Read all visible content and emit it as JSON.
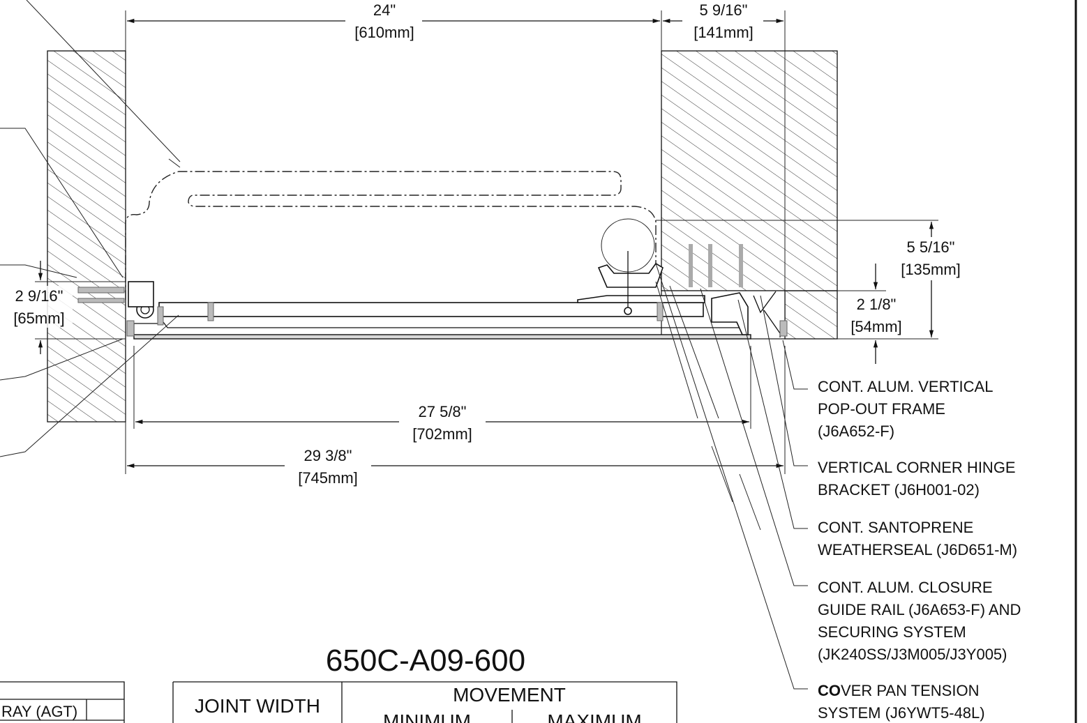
{
  "drawing_number": "650C-A09-600",
  "dimensions": {
    "top_joint": {
      "imperial": "24\"",
      "metric": "[610mm]"
    },
    "right_offset": {
      "imperial": "5 9/16\"",
      "metric": "[141mm]"
    },
    "overall_height": {
      "imperial": "5 5/16\"",
      "metric": "[135mm]"
    },
    "frame_height": {
      "imperial": "2 1/8\"",
      "metric": "[54mm]"
    },
    "left_depth": {
      "imperial": "2 9/16\"",
      "metric": "[65mm]"
    },
    "cover_width": {
      "imperial": "27 5/8\"",
      "metric": "[702mm]"
    },
    "overall_width": {
      "imperial": "29 3/8\"",
      "metric": "[745mm]"
    }
  },
  "callouts": [
    {
      "lines": [
        "CONT. ALUM. VERTICAL",
        "POP-OUT FRAME",
        "(J6A652-F)"
      ]
    },
    {
      "lines": [
        "VERTICAL CORNER HINGE",
        "BRACKET (J6H001-02)"
      ]
    },
    {
      "lines": [
        "CONT. SANTOPRENE",
        "WEATHERSEAL (J6D651-M)"
      ]
    },
    {
      "lines": [
        "CONT. ALUM. CLOSURE",
        "GUIDE RAIL  (J6A653-F) AND",
        "SECURING SYSTEM",
        "(JK240SS/J3M005/J3Y005)"
      ]
    },
    {
      "bold_prefix": "CO",
      "first_rest": "VER PAN TENSION",
      "lines": [
        "SYSTEM  (J6YWT5-48L)"
      ]
    }
  ],
  "table": {
    "col1": "JOINT WIDTH",
    "header": "MOVEMENT",
    "min": "MINIMUM",
    "max": "MAXIMUM"
  },
  "left_table_fragment": "RAY (AGT)"
}
